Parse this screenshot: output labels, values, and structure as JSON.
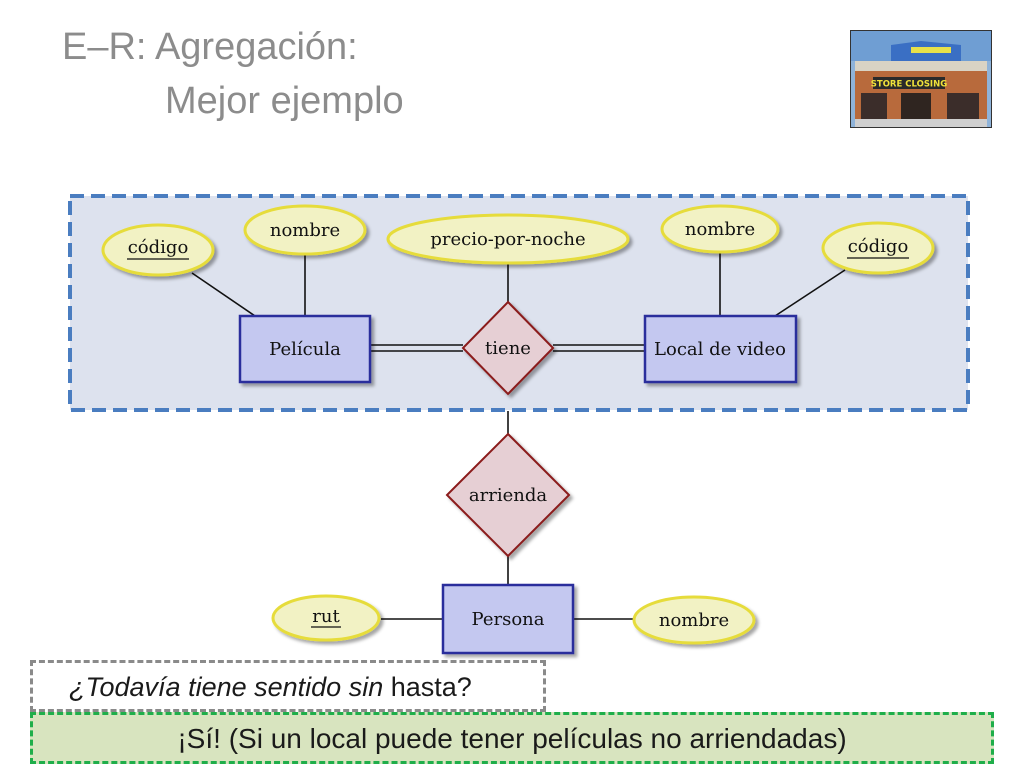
{
  "title": {
    "line1": "E–R: Agregación:",
    "line2": "Mejor ejemplo"
  },
  "photo": {
    "sign_text": "STORE CLOSING"
  },
  "diagram": {
    "aggregation_fill": "#dde2ee",
    "aggregation_border": "#4a7dc0",
    "entity_fill": "#c4c8f0",
    "entity_border": "#2a2f9c",
    "attribute_fill": "#f2f2c4",
    "attribute_border": "#e6dc3a",
    "relationship_border": "#8b1a1a",
    "relationship_fill": "#e6cfd4",
    "attributes": {
      "codigo_pelicula": "código",
      "nombre_pelicula": "nombre",
      "precio": "precio-por-noche",
      "nombre_local": "nombre",
      "codigo_local": "código",
      "rut": "rut",
      "nombre_persona": "nombre"
    },
    "entities": {
      "pelicula": "Película",
      "local": "Local de video",
      "persona": "Persona"
    },
    "relationships": {
      "tiene": "tiene",
      "arrienda": "arrienda"
    }
  },
  "question": {
    "italic": "¿Todavía tiene sentido sin",
    "normal": " hasta?"
  },
  "answer": "¡Sí! (Si un local puede tener películas no arriendadas)"
}
